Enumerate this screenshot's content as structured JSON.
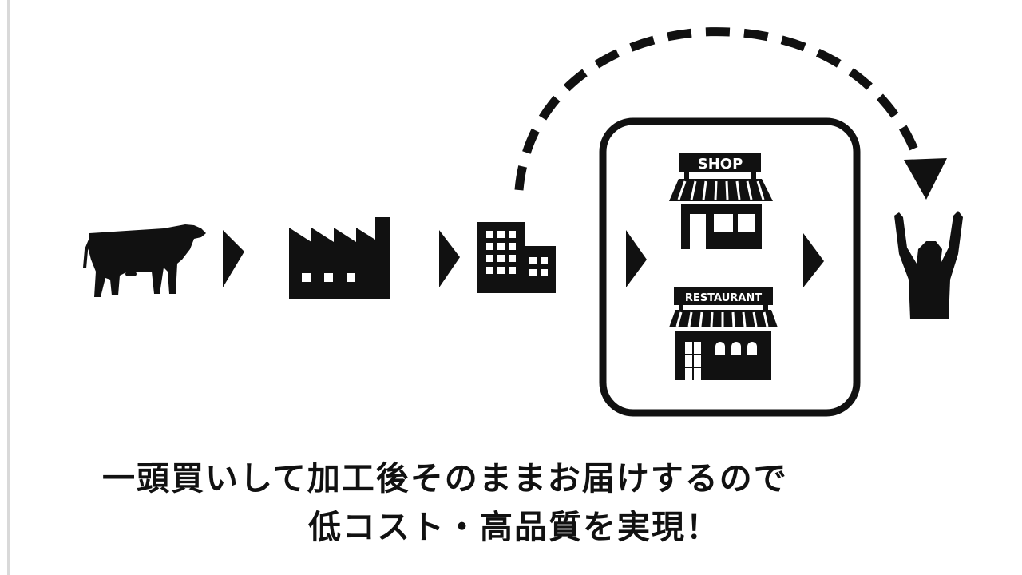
{
  "flow": {
    "nodes": [
      {
        "id": "cow",
        "icon": "cow-icon"
      },
      {
        "id": "factory",
        "icon": "factory-icon"
      },
      {
        "id": "office",
        "icon": "office-building-icon"
      },
      {
        "id": "shop",
        "icon": "shop-icon",
        "sign": "SHOP"
      },
      {
        "id": "restaurant",
        "icon": "restaurant-icon",
        "sign": "RESTAURANT"
      },
      {
        "id": "customer",
        "icon": "cheering-person-icon"
      }
    ],
    "bypass_arrow": {
      "from": "office",
      "to": "customer",
      "style": "dashed"
    }
  },
  "caption": {
    "line1": "一頭買いして加工後そのままお届けするので",
    "line2": "低コスト・高品質を実現！"
  },
  "colors": {
    "ink": "#111111",
    "background": "#ffffff",
    "rule": "#d9d9d9"
  }
}
